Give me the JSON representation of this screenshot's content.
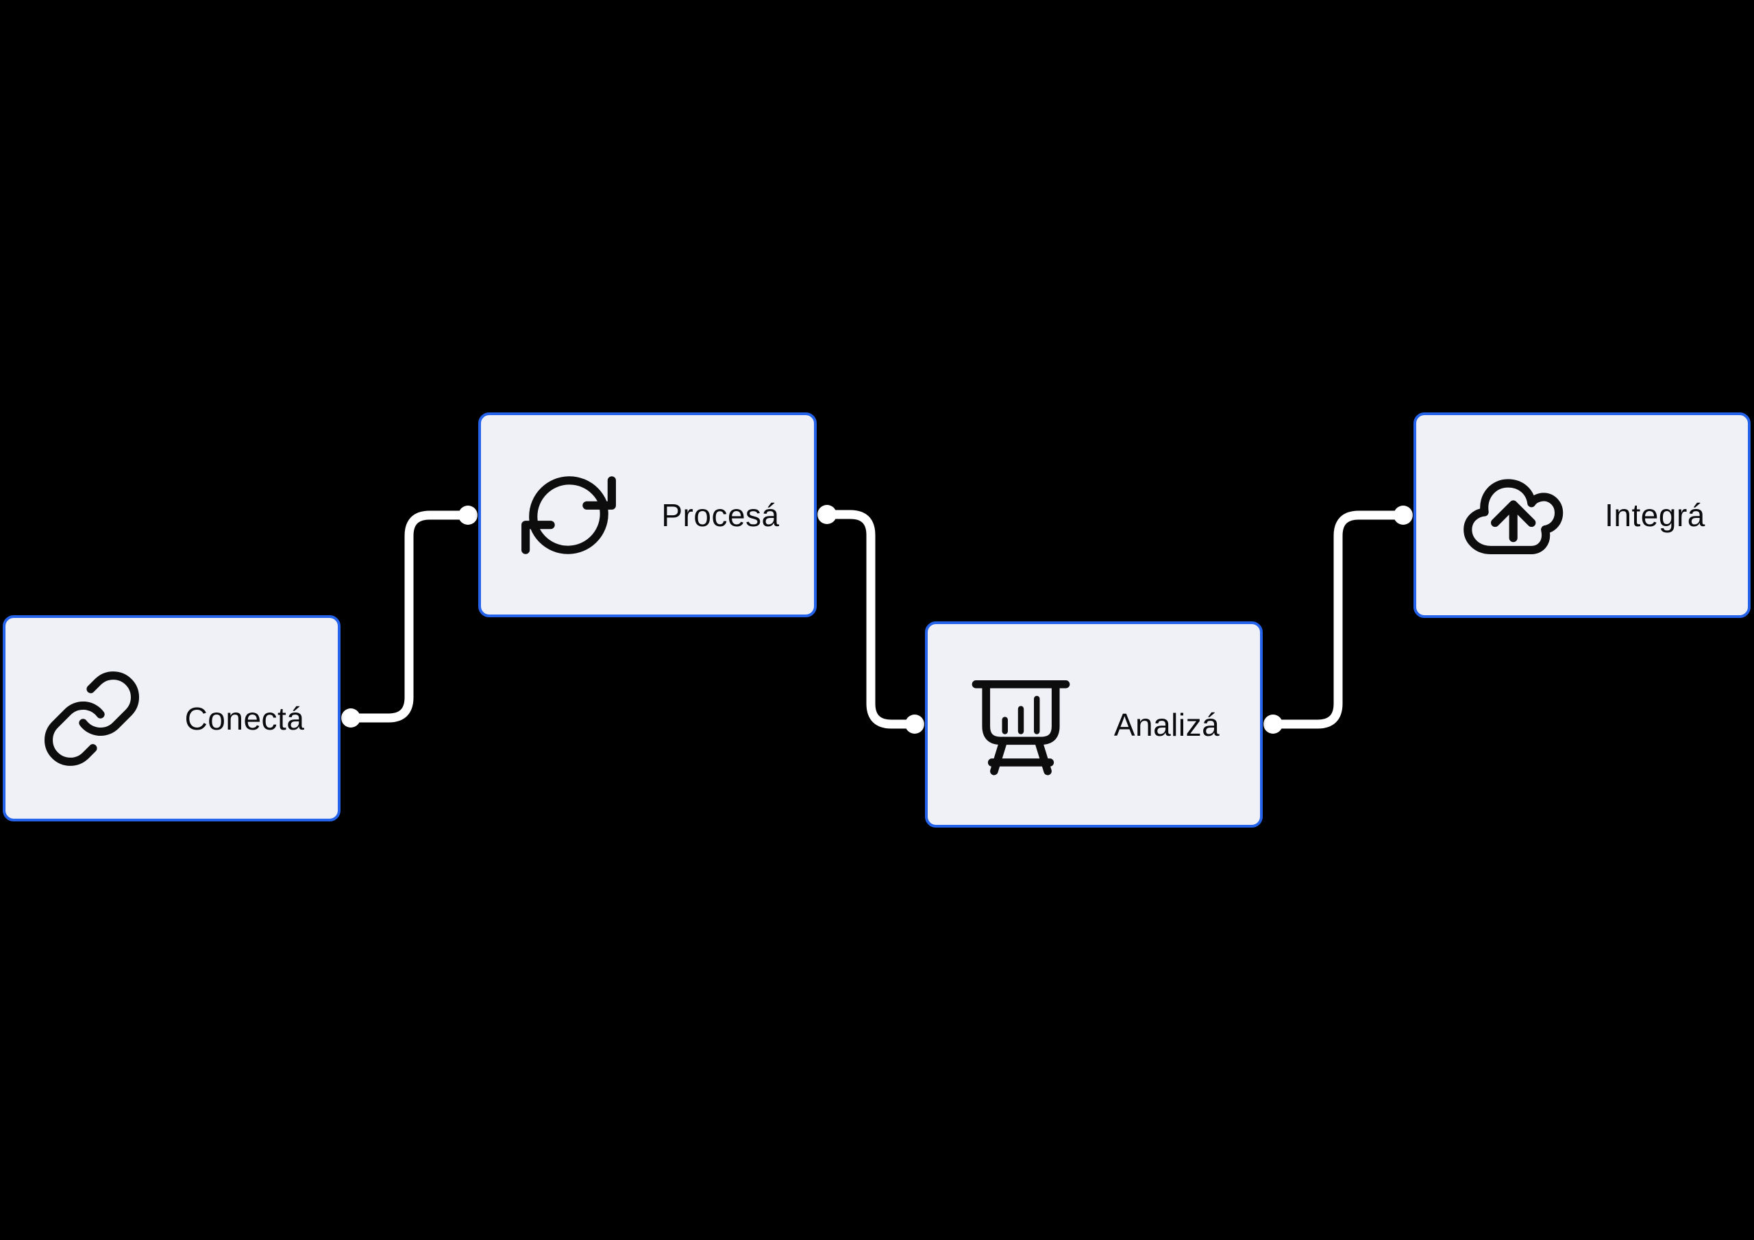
{
  "app": {
    "type": "flow-diagram-canvas"
  },
  "nodes": [
    {
      "label": "Conectá",
      "icon": "link-icon"
    },
    {
      "label": "Procesá",
      "icon": "sync-icon"
    },
    {
      "label": "Analizá",
      "icon": "presentation-chart-icon"
    },
    {
      "label": "Integrá",
      "icon": "cloud-upload-icon"
    }
  ],
  "edges": [
    {
      "from": "Conectá",
      "to": "Procesá"
    },
    {
      "from": "Procesá",
      "to": "Analizá"
    },
    {
      "from": "Analizá",
      "to": "Integrá"
    }
  ],
  "colors": {
    "background": "#000000",
    "node_fill": "#F0F1F7",
    "node_border": "#2563EB",
    "edge_line": "#FFFFFF",
    "handle_dot": "#FFFFFF",
    "label_text": "#0B0B0E",
    "icon_stroke": "#0D0D0E"
  }
}
